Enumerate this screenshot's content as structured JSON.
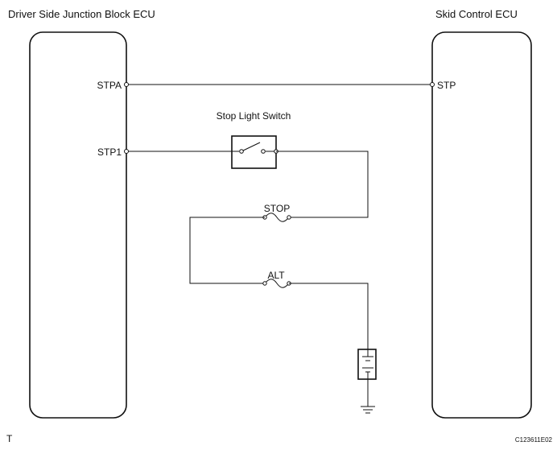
{
  "ecus": {
    "left": {
      "title": "Driver Side Junction Block ECU",
      "pins": [
        "STPA",
        "STP1"
      ]
    },
    "right": {
      "title": "Skid Control ECU",
      "pins": [
        "STP"
      ]
    }
  },
  "components": {
    "switch": "Stop Light Switch",
    "fuse_stop": "STOP",
    "fuse_alt": "ALT"
  },
  "footer": {
    "left_mark": "T",
    "code": "C123611E02"
  },
  "icons": [
    "switch-icon",
    "fuse-icon",
    "battery-icon",
    "ground-icon"
  ]
}
